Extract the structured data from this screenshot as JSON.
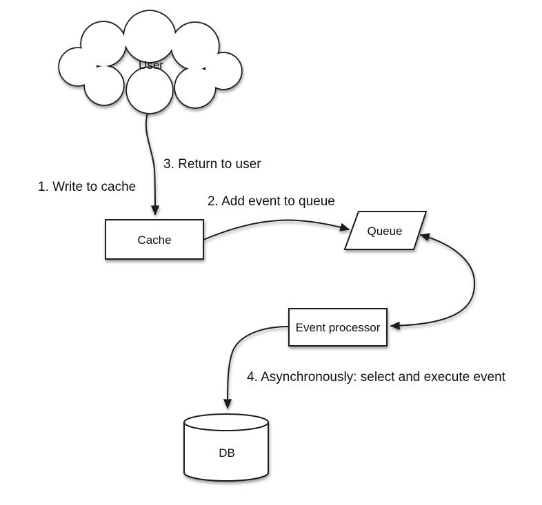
{
  "nodes": {
    "user": {
      "label": "User",
      "shape": "cloud"
    },
    "cache": {
      "label": "Cache",
      "shape": "rectangle"
    },
    "queue": {
      "label": "Queue",
      "shape": "parallelogram"
    },
    "event_processor": {
      "label": "Event processor",
      "shape": "rectangle"
    },
    "db": {
      "label": "DB",
      "shape": "cylinder"
    }
  },
  "annotations": {
    "step1": "1. Write to cache",
    "step2": "2. Add event to queue",
    "step3": "3. Return to user",
    "step4": "4. Asynchronously: select and execute event"
  },
  "edges": [
    {
      "id": "user-to-cache",
      "from": "User",
      "to": "Cache",
      "arrow": "end"
    },
    {
      "id": "cache-to-queue",
      "from": "Cache",
      "to": "Queue",
      "arrow": "end",
      "label": "2. Add event to queue"
    },
    {
      "id": "queue-event-processor",
      "from": "Queue",
      "to": "Event processor",
      "arrow": "both"
    },
    {
      "id": "event-processor-to-db",
      "from": "Event processor",
      "to": "DB",
      "arrow": "end",
      "label": "4. Asynchronously: select and execute event"
    }
  ],
  "colors": {
    "background": "#ffffff",
    "stroke": "#1a1a1a",
    "node_fill": "#ffffff",
    "text": "#111111"
  }
}
